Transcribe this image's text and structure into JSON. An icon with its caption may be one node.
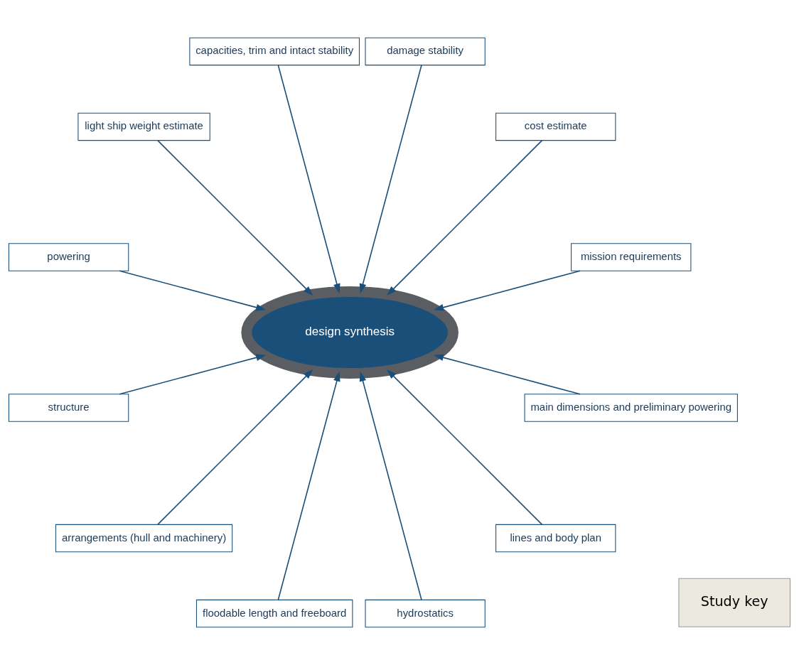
{
  "diagram": {
    "nodes": [
      {
        "text": [
          "mission requirements"
        ]
      },
      {
        "text": [
          "cost estimate"
        ]
      },
      {
        "text": [
          "damage stability"
        ]
      },
      {
        "text": [
          "capacities, trim and intact stability"
        ]
      },
      {
        "text": [
          "light ship weight estimate"
        ]
      },
      {
        "text": [
          "powering"
        ]
      },
      {
        "text": [
          "structure"
        ]
      },
      {
        "text": [
          "arrangements (hull and machinery)"
        ]
      },
      {
        "text": [
          "floodable length and freeboard"
        ]
      },
      {
        "text": [
          "hydrostatics"
        ]
      },
      {
        "text": [
          "lines and body plan"
        ]
      },
      {
        "text": [
          "main dimensions and preliminary powering"
        ]
      },
      {
        "text": [
          "design synthesis"
        ]
      },
      {
        "text": [
          "Study key"
        ]
      }
    ],
    "edges": [
      {
        "from": 0,
        "to": 12,
        "arrow": "to"
      },
      {
        "from": 1,
        "to": 12,
        "arrow": "to"
      },
      {
        "from": 2,
        "to": 12,
        "arrow": "to"
      },
      {
        "from": 3,
        "to": 12,
        "arrow": "to"
      },
      {
        "from": 4,
        "to": 12,
        "arrow": "to"
      },
      {
        "from": 5,
        "to": 12,
        "arrow": "to"
      },
      {
        "from": 6,
        "to": 12,
        "arrow": "to"
      },
      {
        "from": 7,
        "to": 12,
        "arrow": "to"
      },
      {
        "from": 8,
        "to": 12,
        "arrow": "to"
      },
      {
        "from": 9,
        "to": 12,
        "arrow": "to"
      },
      {
        "from": 10,
        "to": 12,
        "arrow": "to"
      },
      {
        "from": 11,
        "to": 12,
        "arrow": "to"
      }
    ]
  }
}
